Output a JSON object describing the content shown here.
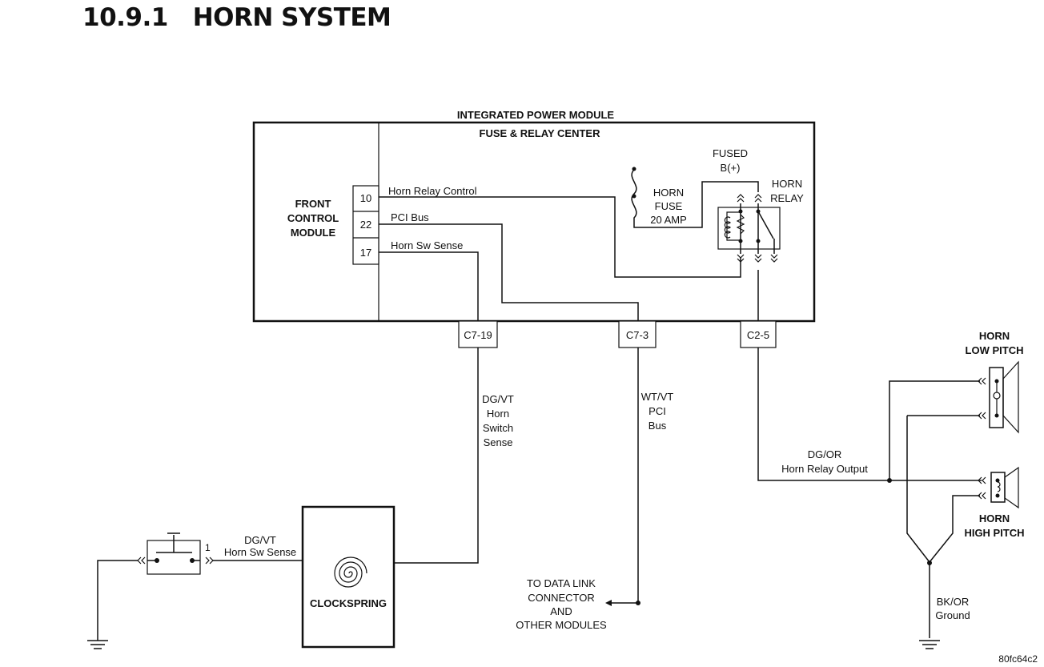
{
  "title": "10.9.1   HORN SYSTEM",
  "diagram": {
    "ipm_label": "INTEGRATED POWER MODULE",
    "frc_label": "FUSE & RELAY CENTER",
    "fcm_label": [
      "FRONT",
      "CONTROL",
      "MODULE"
    ],
    "pins": [
      "10",
      "22",
      "17"
    ],
    "circuits": [
      "Horn Relay Control",
      "PCI Bus",
      "Horn Sw Sense"
    ],
    "fused_label": [
      "FUSED",
      "B(+)"
    ],
    "fuse_label": [
      "HORN",
      "FUSE",
      "20 AMP"
    ],
    "relay_label": [
      "HORN",
      "RELAY"
    ],
    "connectors": [
      "C7-19",
      "C7-3",
      "C2-5"
    ],
    "wire_c719": [
      "DG/VT",
      "Horn",
      "Switch",
      "Sense"
    ],
    "wire_c73": [
      "WT/VT",
      "PCI",
      "Bus"
    ],
    "wire_c25": [
      "DG/OR",
      "Horn Relay Output"
    ],
    "data_link": [
      "TO DATA LINK",
      "CONNECTOR",
      "AND",
      "OTHER MODULES"
    ],
    "clockspring": "CLOCKSPRING",
    "switch_pin": "1",
    "switch_wire": [
      "DG/VT",
      "Horn Sw Sense"
    ],
    "horn_low": [
      "HORN",
      "LOW PITCH"
    ],
    "horn_high": [
      "HORN",
      "HIGH PITCH"
    ],
    "ground_wire": [
      "BK/OR",
      "Ground"
    ],
    "figure_id": "80fc64c2"
  }
}
